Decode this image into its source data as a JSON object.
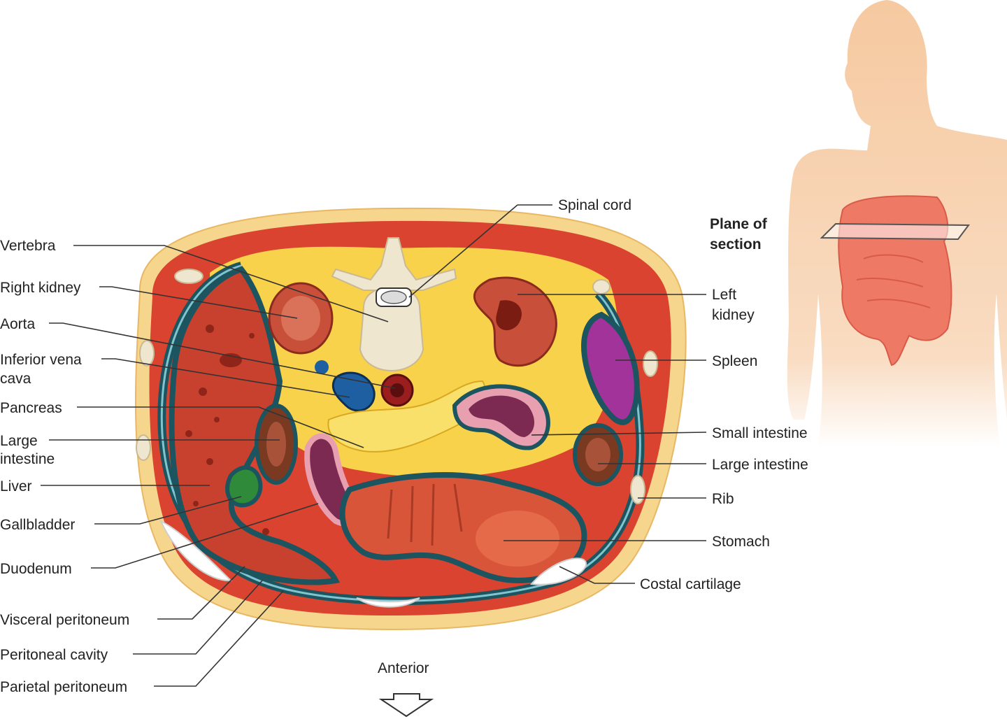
{
  "labels": {
    "spinal_cord": "Spinal cord",
    "vertebra": "Vertebra",
    "right_kidney": "Right kidney",
    "aorta": "Aorta",
    "ivc_line1": "Inferior vena",
    "ivc_line2": "cava",
    "pancreas": "Pancreas",
    "large_intestine_left_line1": "Large",
    "large_intestine_left_line2": "intestine",
    "liver": "Liver",
    "gallbladder": "Gallbladder",
    "duodenum": "Duodenum",
    "visceral_peritoneum": "Visceral peritoneum",
    "peritoneal_cavity": "Peritoneal cavity",
    "parietal_peritoneum": "Parietal peritoneum",
    "plane_line1": "Plane of",
    "plane_line2": "section",
    "left_kidney_line1": "Left",
    "left_kidney_line2": "kidney",
    "spleen": "Spleen",
    "small_intestine": "Small intestine",
    "large_intestine_right": "Large intestine",
    "rib": "Rib",
    "stomach": "Stomach",
    "costal_cartilage": "Costal cartilage",
    "anterior": "Anterior"
  },
  "colors": {
    "skin_outer": "#f6d58c",
    "muscle": "#d9432f",
    "fat": "#f7d24a",
    "peritoneum": "#1c5560",
    "liver": "#c8402e",
    "kidney": "#c8503a",
    "aorta": "#9b1e1e",
    "ivc": "#1d5fa0",
    "spleen": "#a2339a",
    "gallbladder": "#2f8a3a",
    "stomach": "#d9553a",
    "small_intestine": "#7c2a52",
    "large_intestine": "#7a3a22",
    "bone": "#efe6cf",
    "body_silhouette": "#f6c9a0",
    "body_organs": "#ee7a66"
  }
}
